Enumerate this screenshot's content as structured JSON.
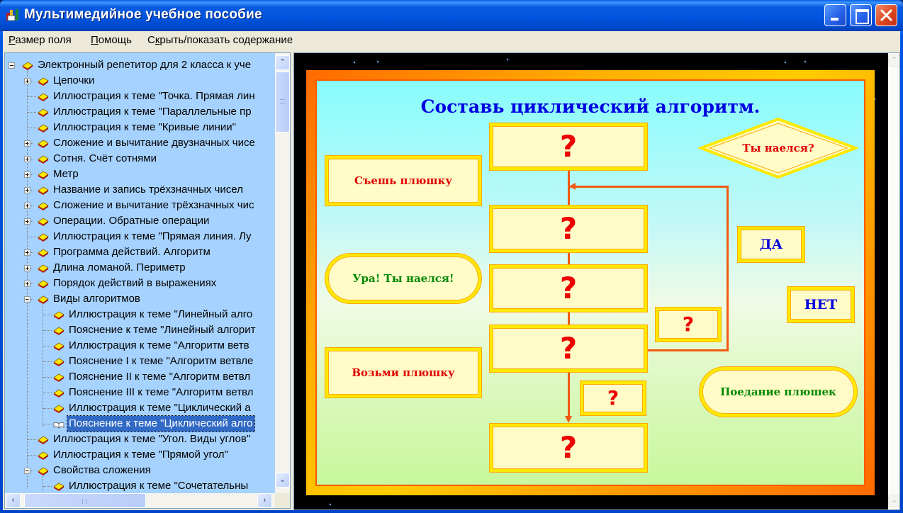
{
  "window": {
    "title": "Мультимедийное учебное пособие",
    "controls": {
      "minimize": "minimize",
      "maximize": "maximize",
      "close": "close"
    }
  },
  "menu": {
    "items": [
      {
        "label": "Размер поля",
        "accel": "Р",
        "rest": "азмер поля"
      },
      {
        "label": "Помощь",
        "accel": "П",
        "rest": "омощь"
      },
      {
        "label": "Скрыть/показать содержание",
        "pre": "С",
        "accel": "к",
        "rest": "рыть/показать содержание"
      }
    ]
  },
  "tree": {
    "items": [
      {
        "label": "Электронный репетитор для 2 класса к уче",
        "level": 0,
        "expander": "minus",
        "icon": "closed-book-icon"
      },
      {
        "label": "Цепочки",
        "level": 1,
        "expander": "plus",
        "icon": "closed-book-icon"
      },
      {
        "label": "Иллюстрация к теме \"Точка. Прямая лин",
        "level": 1,
        "expander": "none",
        "icon": "closed-book-icon"
      },
      {
        "label": "Иллюстрация к теме \"Параллельные пр",
        "level": 1,
        "expander": "none",
        "icon": "closed-book-icon"
      },
      {
        "label": "Иллюстрация к теме \"Кривые линии\"",
        "level": 1,
        "expander": "none",
        "icon": "closed-book-icon"
      },
      {
        "label": "Сложение и вычитание двузначных чисе",
        "level": 1,
        "expander": "plus",
        "icon": "closed-book-icon"
      },
      {
        "label": "Сотня. Счёт сотнями",
        "level": 1,
        "expander": "plus",
        "icon": "closed-book-icon"
      },
      {
        "label": "Метр",
        "level": 1,
        "expander": "plus",
        "icon": "closed-book-icon"
      },
      {
        "label": "Название и запись трёхзначных чисел",
        "level": 1,
        "expander": "plus",
        "icon": "closed-book-icon"
      },
      {
        "label": "Сложение и вычитание трёхзначных чис",
        "level": 1,
        "expander": "plus",
        "icon": "closed-book-icon"
      },
      {
        "label": "Операции. Обратные операции",
        "level": 1,
        "expander": "plus",
        "icon": "closed-book-icon"
      },
      {
        "label": "Иллюстрация к теме \"Прямая линия. Лу",
        "level": 1,
        "expander": "none",
        "icon": "closed-book-icon"
      },
      {
        "label": "Программа действий. Алгоритм",
        "level": 1,
        "expander": "plus",
        "icon": "closed-book-icon"
      },
      {
        "label": "Длина ломаной. Периметр",
        "level": 1,
        "expander": "plus",
        "icon": "closed-book-icon"
      },
      {
        "label": "Порядок действий в выражениях",
        "level": 1,
        "expander": "plus",
        "icon": "closed-book-icon"
      },
      {
        "label": "Виды алгоритмов",
        "level": 1,
        "expander": "minus",
        "icon": "closed-book-icon"
      },
      {
        "label": "Иллюстрация к теме \"Линейный алго",
        "level": 2,
        "expander": "none",
        "icon": "closed-book-icon"
      },
      {
        "label": "Пояснение к теме \"Линейный алгорит",
        "level": 2,
        "expander": "none",
        "icon": "closed-book-icon"
      },
      {
        "label": "Иллюстрация к теме \"Алгоритм ветв",
        "level": 2,
        "expander": "none",
        "icon": "closed-book-icon"
      },
      {
        "label": "Пояснение I к теме \"Алгоритм ветвле",
        "level": 2,
        "expander": "none",
        "icon": "closed-book-icon"
      },
      {
        "label": "Пояснение II к теме \"Алгоритм ветвл",
        "level": 2,
        "expander": "none",
        "icon": "closed-book-icon"
      },
      {
        "label": "Пояснение III к теме \"Алгоритм ветвл",
        "level": 2,
        "expander": "none",
        "icon": "closed-book-icon"
      },
      {
        "label": "Иллюстрация к теме \"Циклический а",
        "level": 2,
        "expander": "none",
        "icon": "closed-book-icon"
      },
      {
        "label": "Пояснение к теме \"Циклический алго",
        "level": 2,
        "expander": "none",
        "icon": "open-book-icon",
        "selected": true
      },
      {
        "label": "Иллюстрация к теме \"Угол. Виды углов\"",
        "level": 1,
        "expander": "none",
        "icon": "closed-book-icon"
      },
      {
        "label": "Иллюстрация к теме \"Прямой угол\"",
        "level": 1,
        "expander": "none",
        "icon": "closed-book-icon"
      },
      {
        "label": "Свойства сложения",
        "level": 1,
        "expander": "minus",
        "icon": "closed-book-icon"
      },
      {
        "label": "Иллюстрация к теме \"Сочетательны",
        "level": 2,
        "expander": "none",
        "icon": "closed-book-icon"
      }
    ],
    "scroll": {
      "up": "^",
      "down": "v",
      "left": "<",
      "right": ">"
    }
  },
  "slide": {
    "title": "Составь циклический алгоритм.",
    "placeholder_mark": "?",
    "blocks": {
      "eat_bun": "Съешь плюшку",
      "hooray": "Ура! Ты наелся!",
      "take_bun": "Возьми плюшку",
      "condition": "Ты наелся?",
      "yes": "ДА",
      "no": "НЕТ",
      "eating_buns": "Поедание плюшек"
    }
  },
  "colors": {
    "title_blue": "#0000e0",
    "action_red": "#e00000",
    "terminal_green": "#008800",
    "block_fill": "#fffcc8",
    "block_border": "#ffe800",
    "connector": "#f05a10",
    "tree_bg": "#a6d2ff",
    "selection": "#316ac5"
  }
}
